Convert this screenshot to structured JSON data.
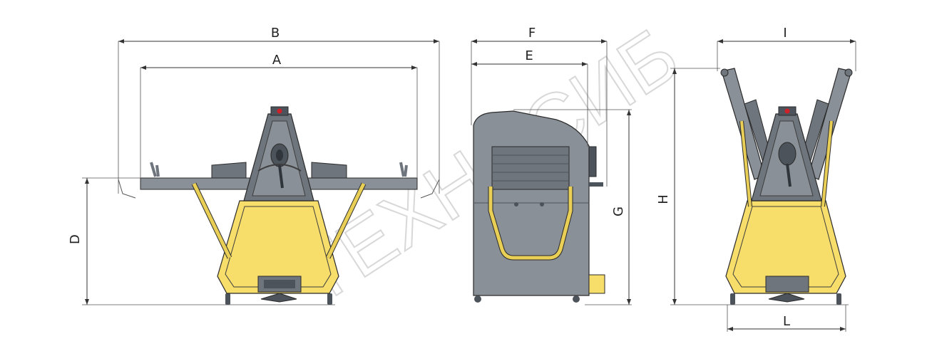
{
  "watermark": {
    "text": "ТЕХНОСИБ",
    "color": "#d8d8d8",
    "accent_color": "#f3b27a"
  },
  "colors": {
    "body_yellow": "#f7dd6a",
    "frame_grey": "#6e757d",
    "panel_grey": "#8a9097",
    "dark_grey": "#4c535a",
    "outline": "#2a2a2a",
    "indicator_red": "#d0202a",
    "arm_yellow": "#e9cf55"
  },
  "views": {
    "front_open": {
      "dimension_labels": {
        "overall_width": "B",
        "belt_width": "A",
        "table_height": "D"
      }
    },
    "side": {
      "dimension_labels": {
        "overall_depth": "F",
        "body_depth": "E",
        "height": "G"
      }
    },
    "front_folded": {
      "dimension_labels": {
        "folded_width": "I",
        "folded_height": "H",
        "base_width": "L"
      }
    }
  }
}
